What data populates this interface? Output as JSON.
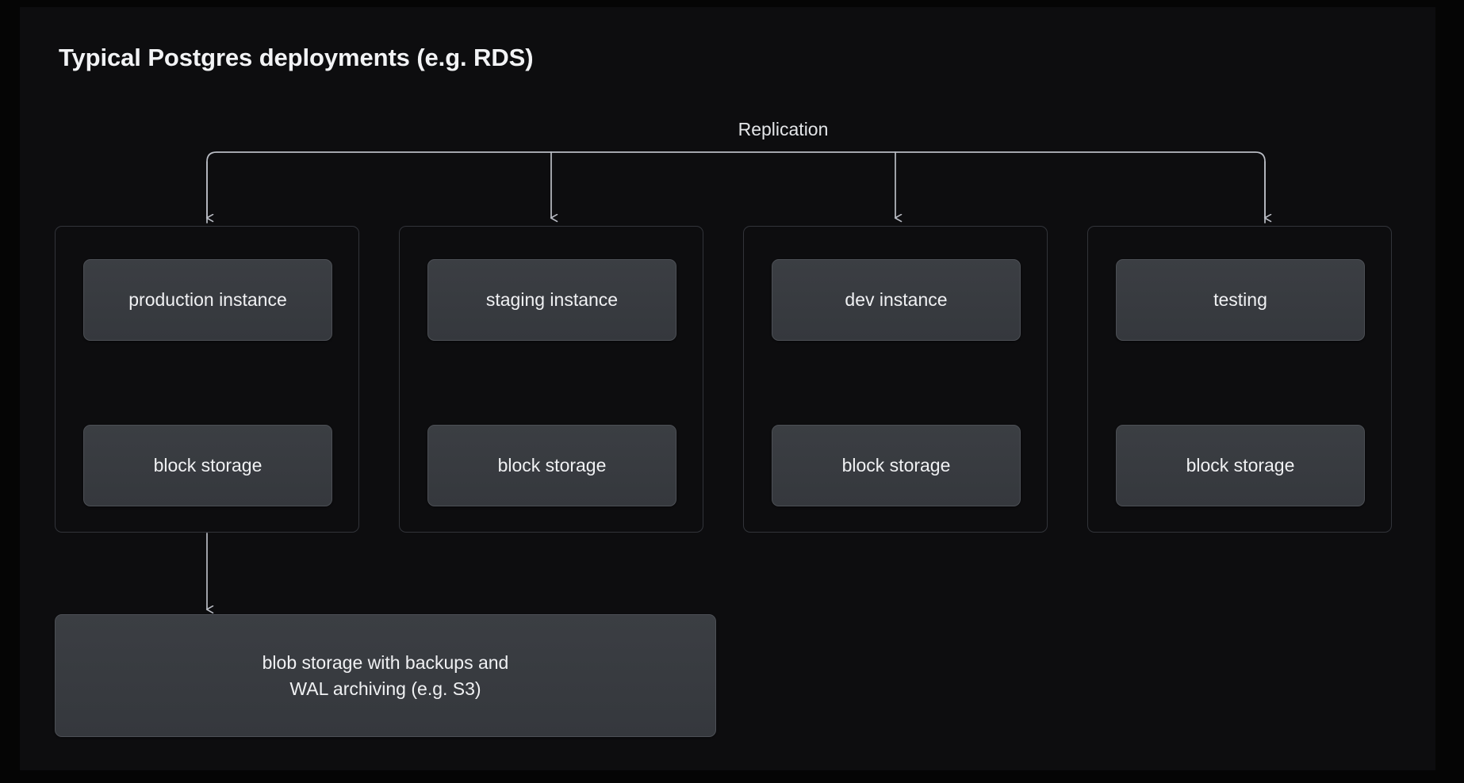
{
  "diagram": {
    "title": "Typical Postgres deployments (e.g. RDS)",
    "replication_label": "Replication",
    "groups": [
      {
        "instance": "production instance",
        "storage": "block storage"
      },
      {
        "instance": "staging instance",
        "storage": "block storage"
      },
      {
        "instance": "dev instance",
        "storage": "block storage"
      },
      {
        "instance": "testing",
        "storage": "block storage"
      }
    ],
    "blob_storage": "blob storage with backups and\nWAL archiving (e.g. S3)"
  },
  "colors": {
    "page_background": "#000000",
    "canvas_background": "#050505",
    "panel_background": "#0d0d0f",
    "group_border": "#32343a",
    "node_fill_top": "#3b3e43",
    "node_fill_bottom": "#35383d",
    "node_border": "#4c4f55",
    "text_primary": "#f2f3f5",
    "text_secondary": "#e3e5e8",
    "connector_line": "#b9bcc4"
  }
}
